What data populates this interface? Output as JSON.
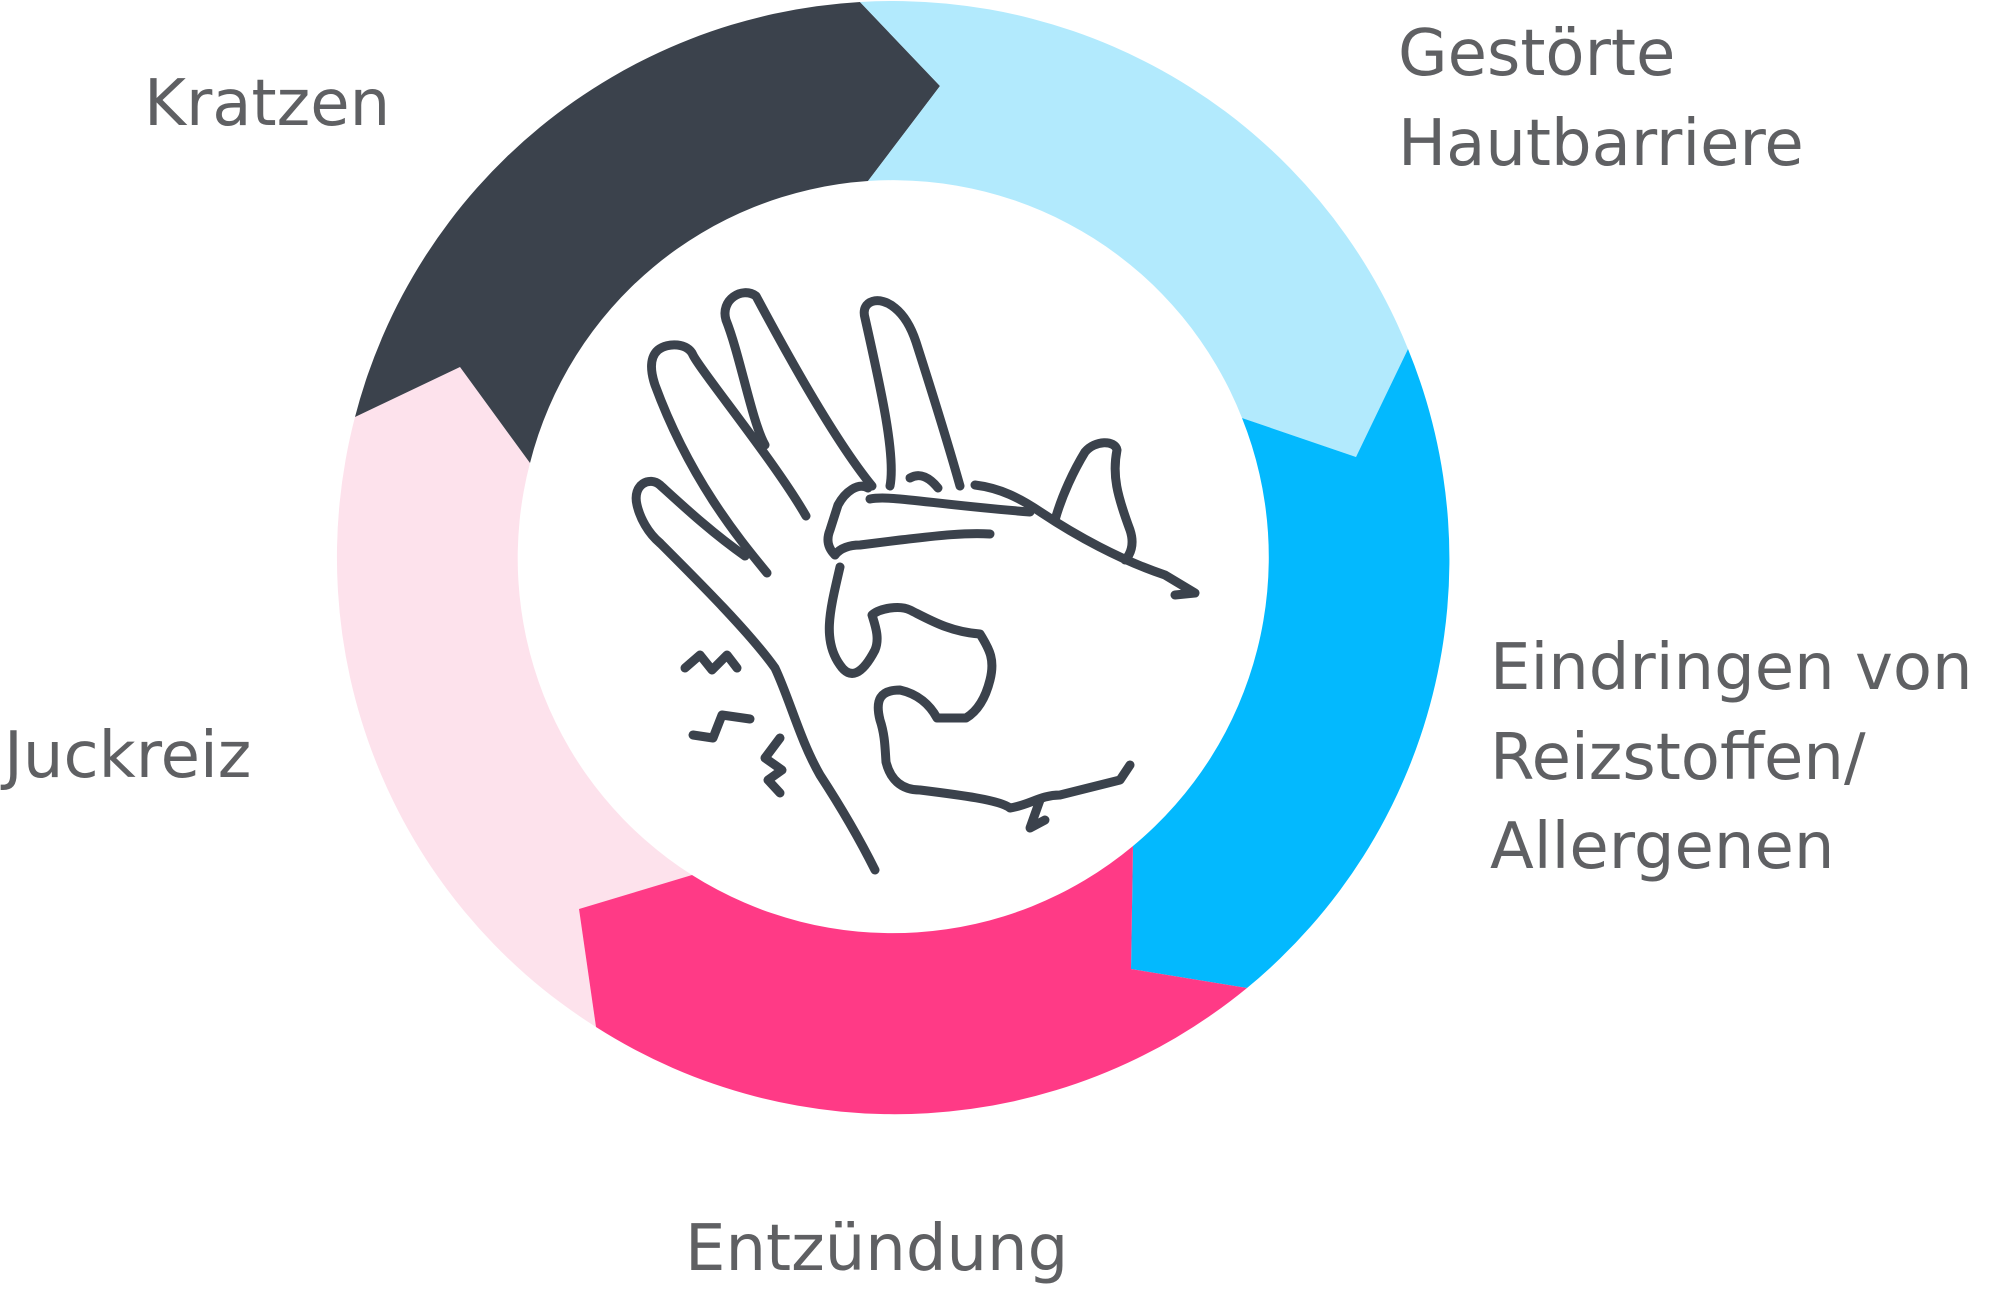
{
  "colors": {
    "kratzen": "#3b424c",
    "hautbarriere": "#b2eafd",
    "reizstoffe": "#03b9fe",
    "entzuendung": "#ff3a86",
    "juckreiz": "#fde2ec",
    "text": "#5f6063",
    "icon_stroke": "#3b424c"
  },
  "center_icon": "scratching-hand-icon",
  "cycle": [
    {
      "id": "kratzen",
      "lines": [
        "Kratzen"
      ]
    },
    {
      "id": "hautbarriere",
      "lines": [
        "Gestörte",
        "Hautbarriere"
      ]
    },
    {
      "id": "reizstoffe",
      "lines": [
        "Eindringen von",
        "Reizstoffen/",
        "Allergenen"
      ]
    },
    {
      "id": "entzuendung",
      "lines": [
        "Entzündung"
      ]
    },
    {
      "id": "juckreiz",
      "lines": [
        "Juckreiz"
      ]
    }
  ]
}
